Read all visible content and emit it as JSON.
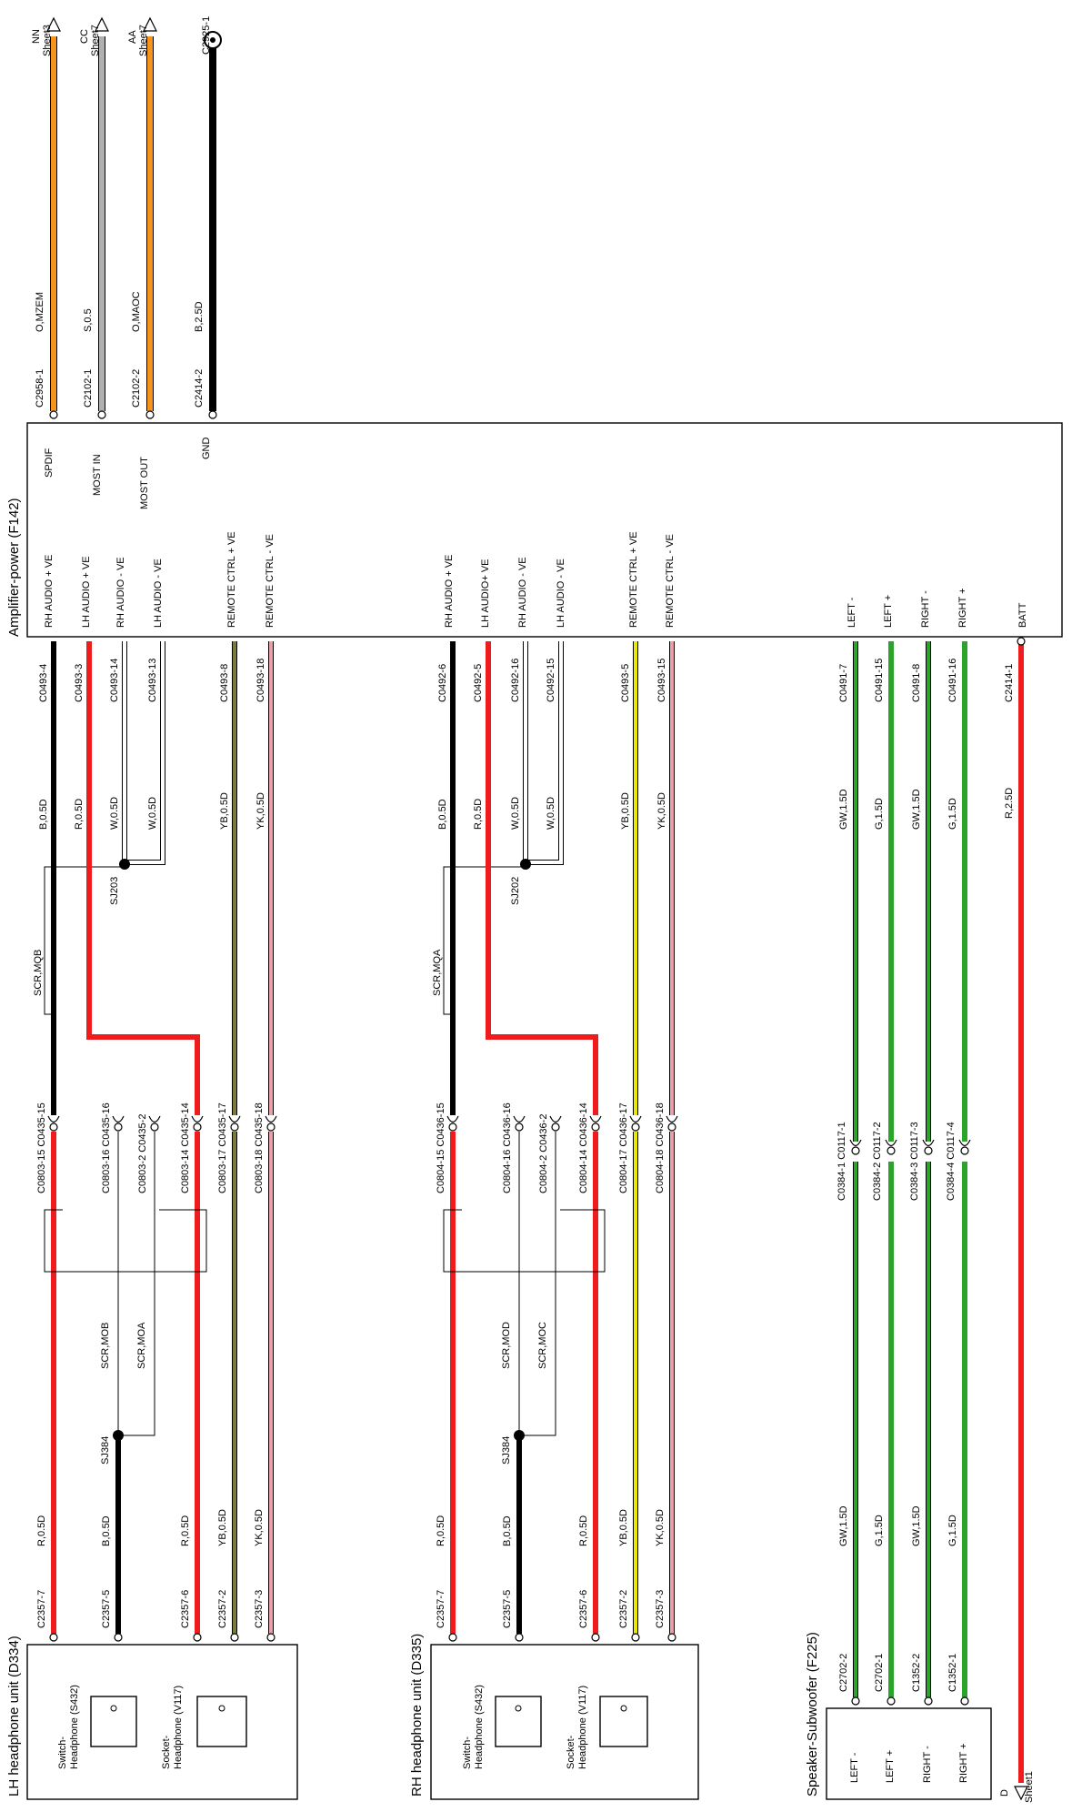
{
  "colors": {
    "red": "#ee1c1c",
    "black": "#000000",
    "orange": "#f7941d",
    "grey": "#b0b0b0",
    "green": "#2aa52a",
    "olive": "#7a7a3a",
    "yellow": "#e8e800",
    "pink": "#eaa0a8",
    "white_wire": "#ffffff"
  },
  "amplifier": {
    "title": "Amplifier-power (F142)",
    "pins": [
      "SPDIF",
      "MOST IN",
      "MOST OUT",
      "GND",
      "RH AUDIO + VE",
      "LH AUDIO + VE",
      "RH AUDIO - VE",
      "LH AUDIO - VE",
      "REMOTE CTRL + VE",
      "REMOTE CTRL - VE",
      "RH AUDIO + VE",
      "LH AUDIO+ VE",
      "RH AUDIO - VE",
      "LH AUDIO - VE",
      "REMOTE CTRL + VE",
      "REMOTE CTRL - VE",
      "LEFT -",
      "LEFT +",
      "RIGHT -",
      "RIGHT +",
      "BATT"
    ]
  },
  "top_wires": [
    {
      "conn": "C2958-1",
      "code": "O,MZEM",
      "dest1": "NN",
      "dest2": "Sheet3"
    },
    {
      "conn": "C2102-1",
      "code": "S,0.5",
      "dest1": "CC",
      "dest2": "Sheet7"
    },
    {
      "conn": "C2102-2",
      "code": "O,MAOC",
      "dest1": "AA",
      "dest2": "Sheet7"
    },
    {
      "conn": "C2414-2",
      "code": "B,2.5D",
      "dest1": "C2925-1"
    }
  ],
  "lh": {
    "top_conn": [
      "C0493-4",
      "C0493-3",
      "C0493-14",
      "C0493-13",
      "C0493-8",
      "C0493-18"
    ],
    "top_code": [
      "B,0.5D",
      "R,0.5D",
      "W,0.5D",
      "W,0.5D",
      "YB,0.5D",
      "YK,0.5D"
    ],
    "splice": "SJ203",
    "screen": "SCR,MQB",
    "mid_conn": [
      "C0803-15 C0435-15",
      "C0803-16 C0435-16",
      "C0803-2 C0435-2",
      "C0803-14 C0435-14",
      "C0803-17 C0435-17",
      "C0803-18 C0435-18"
    ],
    "screen2": "SCR,MOB",
    "screen3": "SCR,MOA",
    "splice2": "SJ384",
    "bot_code": [
      "R,0.5D",
      "B,0.5D",
      "R,0.5D",
      "YB,0.5D",
      "YK,0.5D"
    ],
    "bot_conn": [
      "C2357-7",
      "C2357-5",
      "C2357-6",
      "C2357-2",
      "C2357-3"
    ],
    "unit": "LH headphone unit (D334)",
    "sw1": "Switch-",
    "sw2": "Headphone (S432)",
    "so1": "Socket-",
    "so2": "Headphone (V117)"
  },
  "rh": {
    "top_conn": [
      "C0492-6",
      "C0492-5",
      "C0492-16",
      "C0492-15",
      "C0493-5",
      "C0493-15"
    ],
    "top_code": [
      "B,0.5D",
      "R,0.5D",
      "W,0.5D",
      "W,0.5D",
      "YB,0.5D",
      "YK,0.5D"
    ],
    "splice": "SJ202",
    "screen": "SCR,MQA",
    "mid_conn": [
      "C0804-15 C0436-15",
      "C0804-16 C0436-16",
      "C0804-2 C0436-2",
      "C0804-14 C0436-14",
      "C0804-17 C0436-17",
      "C0804-18 C0436-18"
    ],
    "screen2": "SCR,MOD",
    "screen3": "SCR,MOC",
    "splice2": "SJ384",
    "bot_code": [
      "R,0.5D",
      "B,0.5D",
      "R,0.5D",
      "YB,0.5D",
      "YK,0.5D"
    ],
    "bot_conn": [
      "C2357-7",
      "C2357-5",
      "C2357-6",
      "C2357-2",
      "C2357-3"
    ],
    "unit": "RH headphone unit (D335)",
    "sw1": "Switch-",
    "sw2": "Headphone (S432)",
    "so1": "Socket-",
    "so2": "Headphone (V117)"
  },
  "sub": {
    "top_conn": [
      "C0491-7",
      "C0491-15",
      "C0491-8",
      "C0491-16"
    ],
    "top_code": [
      "GW,1.5D",
      "G,1.5D",
      "GW,1.5D",
      "G,1.5D"
    ],
    "mid_conn": [
      "C0384-1 C0117-1",
      "C0384-2 C0117-2",
      "C0384-3 C0117-3",
      "C0384-4 C0117-4"
    ],
    "bot_code": [
      "GW,1.5D",
      "G,1.5D",
      "GW,1.5D",
      "G,1.5D"
    ],
    "bot_conn": [
      "C2702-2",
      "C2702-1",
      "C1352-2",
      "C1352-1"
    ],
    "pins": [
      "LEFT -",
      "LEFT +",
      "RIGHT -",
      "RIGHT +"
    ],
    "unit": "Speaker-Subwoofer (F225)"
  },
  "batt": {
    "conn": "C2414-1",
    "code": "R,2.5D",
    "dest1": "D",
    "dest2": "Sheet1"
  }
}
